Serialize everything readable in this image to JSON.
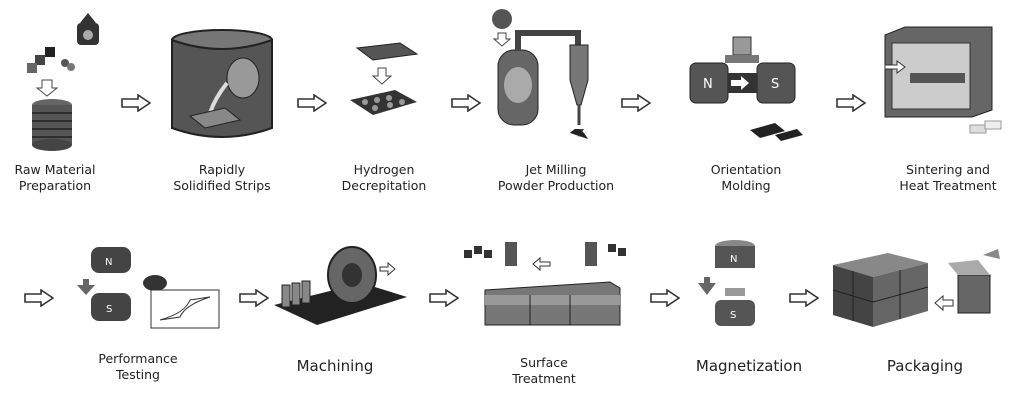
{
  "steps": [
    {
      "line1": "Raw Material",
      "line2": "Preparation"
    },
    {
      "line1": "Rapidly",
      "line2": "Solidified Strips"
    },
    {
      "line1": "Hydrogen",
      "line2": "Decrepitation"
    },
    {
      "line1": "Jet Milling",
      "line2": "Powder Production"
    },
    {
      "line1": "Orientation",
      "line2": "Molding"
    },
    {
      "line1": "Sintering and",
      "line2": "Heat Treatment"
    },
    {
      "line1": "Performance",
      "line2": "Testing"
    },
    {
      "line1": "Machining"
    },
    {
      "line1": "Surface",
      "line2": "Treatment"
    },
    {
      "line1": "Magnetization"
    },
    {
      "line1": "Packaging"
    }
  ],
  "icon_text": {
    "north": "N",
    "south": "S"
  }
}
